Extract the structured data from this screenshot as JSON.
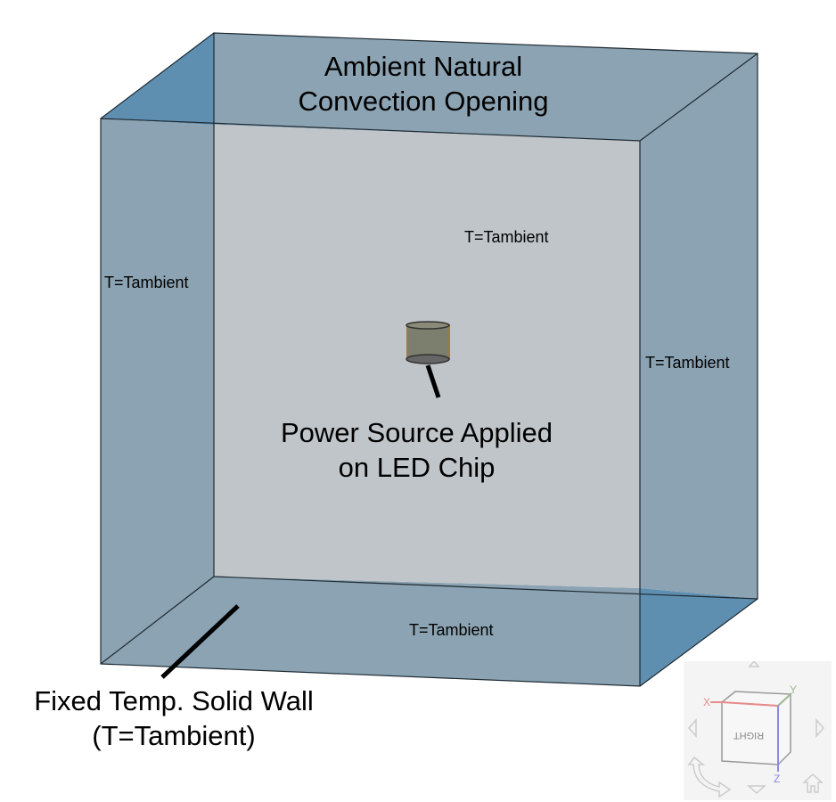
{
  "labels": {
    "top_opening": [
      "Ambient Natural",
      "Convection Opening"
    ],
    "back_wall": "T=Tambient",
    "left_wall": "T=Tambient",
    "right_wall": "T=Tambient",
    "bottom_wall": "T=Tambient",
    "power_source": [
      "Power Source Applied",
      "on LED Chip"
    ],
    "fixed_wall": [
      "Fixed Temp. Solid Wall",
      "(T=Tambient)"
    ]
  },
  "viewcube": {
    "face_label": "RIGHT",
    "axis_x": "X",
    "axis_y": "Y",
    "axis_z": "Z"
  },
  "colors": {
    "wall": "#8ba3b2",
    "corner": "#5f8fb0",
    "back_face": "#c0c5c9",
    "edge": "#1e2a33",
    "axis_x": "#e88a8a",
    "axis_y": "#9fb88f",
    "axis_z": "#8a8ae8"
  }
}
